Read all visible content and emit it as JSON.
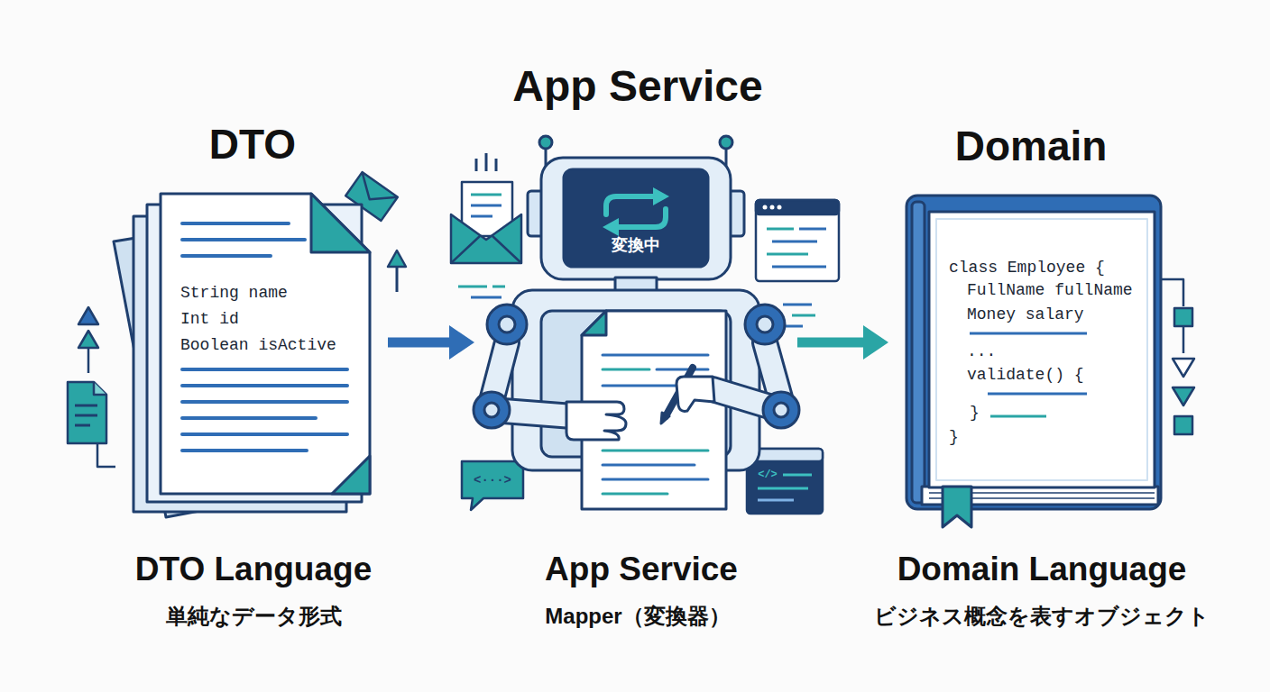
{
  "diagram": {
    "nodes": [
      {
        "text": [
          "DTO",
          "String name",
          "Int id",
          "Boolean isActive"
        ]
      },
      {
        "text": [
          "App Service",
          "変換中"
        ]
      },
      {
        "text": [
          "Domain",
          "class Employee {",
          "FullName fullName",
          "Money salary",
          "...",
          "validate() {",
          "}",
          "}"
        ]
      }
    ],
    "edges": [
      {
        "from": 0,
        "to": 1,
        "arrow": "to"
      },
      {
        "from": 1,
        "to": 2,
        "arrow": "to"
      }
    ],
    "labels": [
      "<···>",
      "</>",
      "DTO Language",
      "単純なデータ形式",
      "App Service",
      "Mapper（変換器）",
      "Domain Language",
      "ビジネス概念を表すオブジェクト"
    ]
  }
}
